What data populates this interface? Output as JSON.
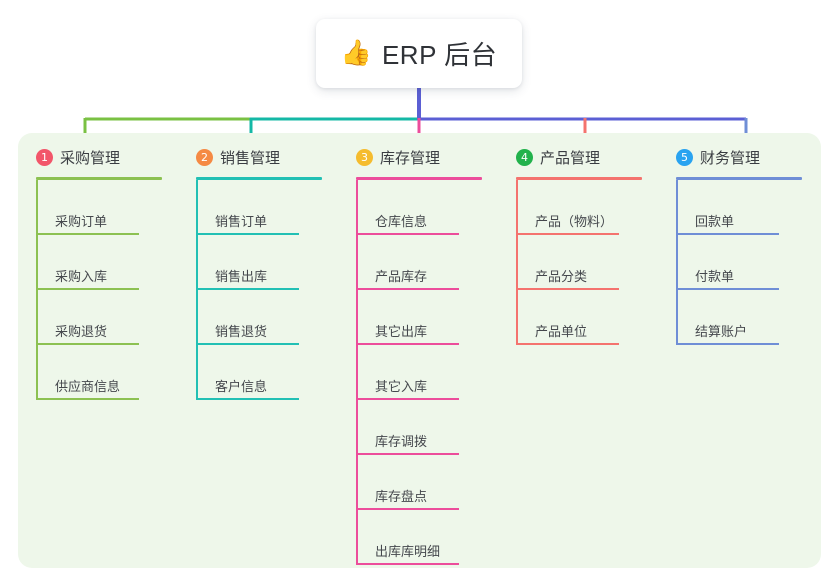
{
  "diagram": {
    "type": "mind-map",
    "background_color": "#ffffff",
    "panel_color": "#eef7ea",
    "root": {
      "icon": "thumbs-up-emoji",
      "emoji": "👍",
      "title": "ERP 后台",
      "card_color": "#ffffff",
      "text_color": "#2f3237"
    },
    "connector_colors": {
      "segment_1": "#7ac143",
      "segment_2": "#14b8a6",
      "segment_3": "#5b5fd4",
      "stem_root": "#5b5fd4"
    },
    "columns": [
      {
        "number": "1",
        "badge_color": "#f2566a",
        "accent_color": "#8cc152",
        "title": "采购管理",
        "items": [
          {
            "label": "采购订单"
          },
          {
            "label": "采购入库"
          },
          {
            "label": "采购退货"
          },
          {
            "label": "供应商信息"
          }
        ]
      },
      {
        "number": "2",
        "badge_color": "#f58a44",
        "accent_color": "#22c0b4",
        "title": "销售管理",
        "items": [
          {
            "label": "销售订单"
          },
          {
            "label": "销售出库"
          },
          {
            "label": "销售退货"
          },
          {
            "label": "客户信息"
          }
        ]
      },
      {
        "number": "3",
        "badge_color": "#f5bc2e",
        "accent_color": "#ec4d9b",
        "title": "库存管理",
        "items": [
          {
            "label": "仓库信息"
          },
          {
            "label": "产品库存"
          },
          {
            "label": "其它出库"
          },
          {
            "label": "其它入库"
          },
          {
            "label": "库存调拨"
          },
          {
            "label": "库存盘点"
          },
          {
            "label": "出库库明细"
          }
        ]
      },
      {
        "number": "4",
        "badge_color": "#22b24c",
        "accent_color": "#f4736e",
        "title": "产品管理",
        "items": [
          {
            "label": "产品（物料）"
          },
          {
            "label": "产品分类"
          },
          {
            "label": "产品单位"
          }
        ]
      },
      {
        "number": "5",
        "badge_color": "#29a3f0",
        "accent_color": "#6f8ed6",
        "title": "财务管理",
        "items": [
          {
            "label": "回款单"
          },
          {
            "label": "付款单"
          },
          {
            "label": "结算账户"
          }
        ]
      }
    ]
  }
}
